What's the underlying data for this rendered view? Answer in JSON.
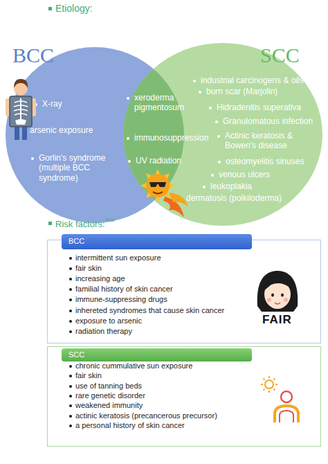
{
  "diagram": {
    "nodes": [
      {
        "text": [
          "BCC",
          "X-ray",
          "arsenic exposure",
          "Gorlin's syndrome (multiple BCC syndrome)"
        ]
      },
      {
        "text": [
          "SCC",
          "industrial carcinogens & oils",
          "burn scar (Marjolin)",
          "Hidradenitis superativa",
          "Granulomatous infection",
          "Actinic keratosis & Bowen's disease",
          "osteomyelitis sinuses",
          "venous ulcers",
          "leukoplakia",
          "dermatosis (poikiloderma)"
        ]
      },
      {
        "text": [
          "xeroderma pigmentosum",
          "immunosuppression",
          "UV radiation"
        ]
      },
      {
        "text": [
          "intermittent sun exposure",
          "fair skin",
          "increasing age",
          "familial history of skin cancer",
          "immune-suppressing drugs",
          "inhereted syndromes that cause skin cancer",
          "exposure to arsenic",
          "radiation therapy"
        ]
      },
      {
        "text": [
          "BCC"
        ],
        "in": 3
      },
      {
        "text": [
          "chronic cummulative sun exposure",
          "fair skin",
          "use of tanning beds",
          "rare genetic disorder",
          "weakened immunity",
          "actinic keratosis (precancerous precursor)",
          "a personal history of skin cancer"
        ]
      },
      {
        "text": [
          "SCC"
        ],
        "in": 5
      }
    ],
    "labels": [
      "Etiology:",
      "Risk factors:",
      "iii,iv",
      "FAIR"
    ]
  }
}
